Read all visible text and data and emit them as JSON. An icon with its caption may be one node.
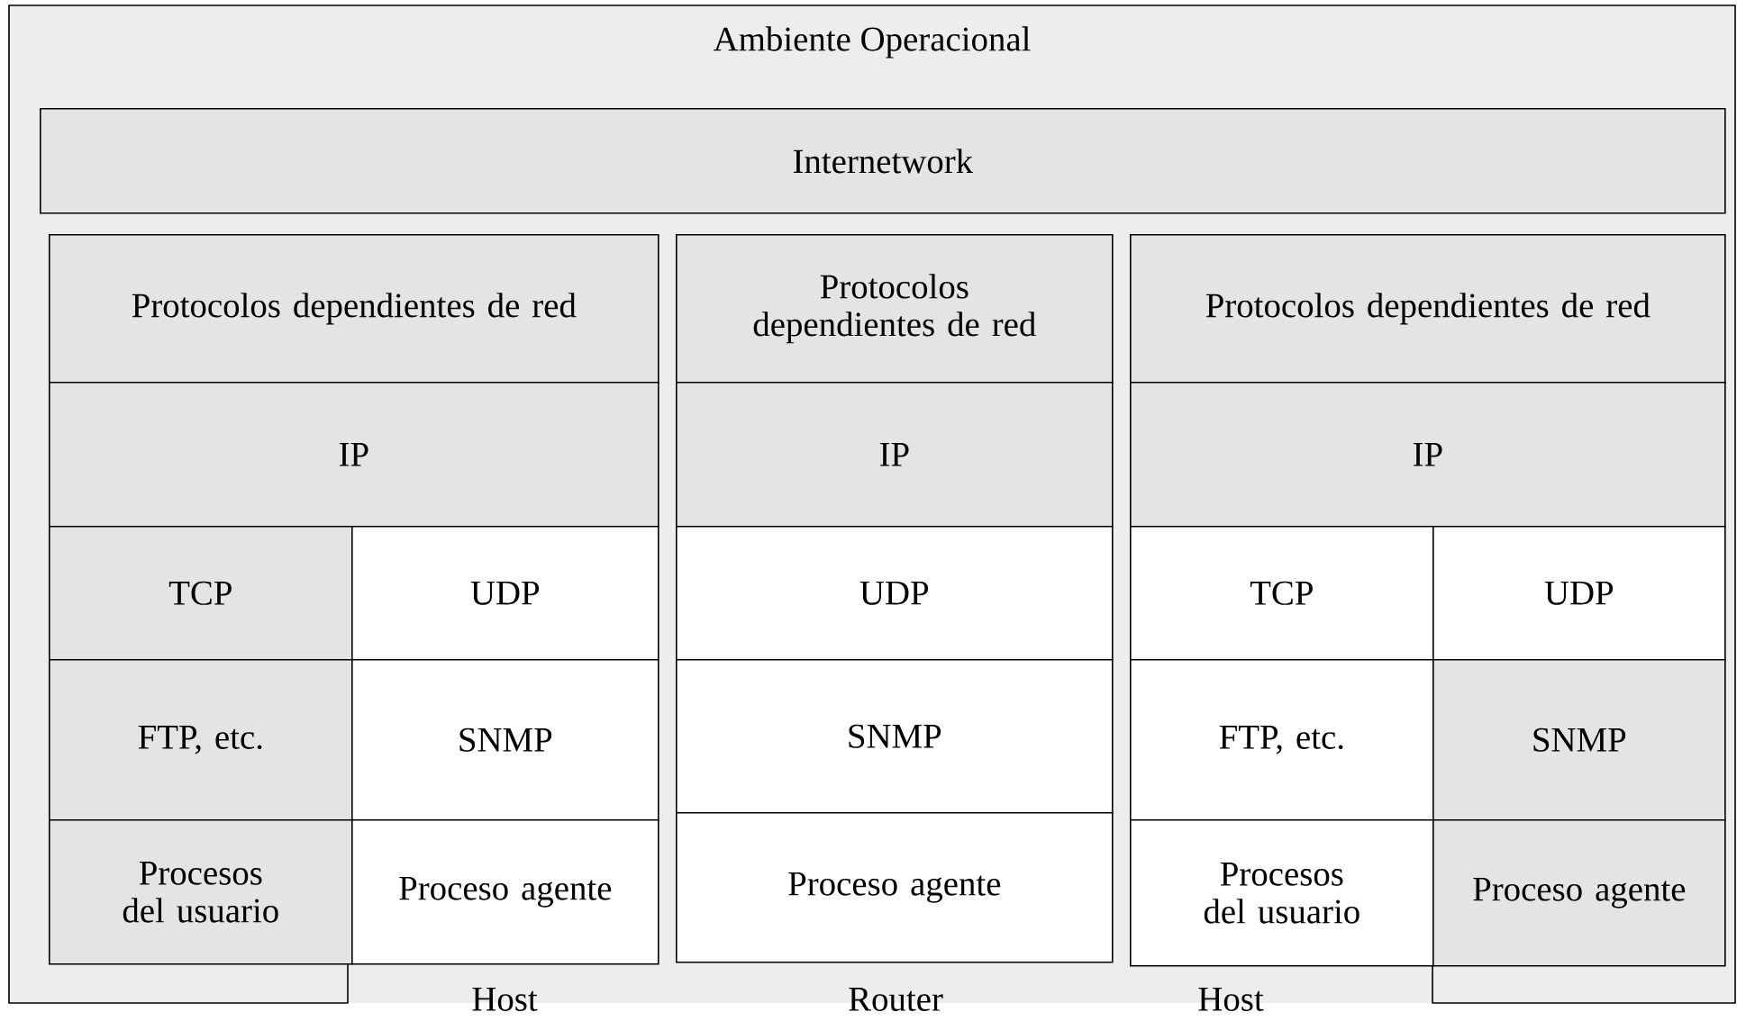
{
  "diagram": {
    "nodes": [
      {
        "text": [
          "Ambiente Operacional"
        ]
      },
      {
        "text": [
          "Internetwork"
        ],
        "in": 0
      },
      {
        "text": [
          "Protocolos dependientes de red"
        ],
        "in": 0
      },
      {
        "text": [
          "IP"
        ],
        "in": 0
      },
      {
        "text": [
          "TCP"
        ],
        "in": 0
      },
      {
        "text": [
          "UDP"
        ],
        "in": 0
      },
      {
        "text": [
          "FTP, etc."
        ],
        "in": 0
      },
      {
        "text": [
          "SNMP"
        ],
        "in": 0
      },
      {
        "text": [
          "Procesos del usuario"
        ],
        "in": 0
      },
      {
        "text": [
          "Proceso agente"
        ],
        "in": 0
      },
      {
        "text": [
          "Protocolos dependientes de red"
        ],
        "in": 0
      },
      {
        "text": [
          "IP"
        ],
        "in": 0
      },
      {
        "text": [
          "UDP"
        ],
        "in": 0
      },
      {
        "text": [
          "SNMP"
        ],
        "in": 0
      },
      {
        "text": [
          "Proceso agente"
        ],
        "in": 0
      },
      {
        "text": [
          "Protocolos dependientes de red"
        ],
        "in": 0
      },
      {
        "text": [
          "IP"
        ],
        "in": 0
      },
      {
        "text": [
          "TCP"
        ],
        "in": 0
      },
      {
        "text": [
          "UDP"
        ],
        "in": 0
      },
      {
        "text": [
          "FTP, etc."
        ],
        "in": 0
      },
      {
        "text": [
          "SNMP"
        ],
        "in": 0
      },
      {
        "text": [
          "Procesos del usuario"
        ],
        "in": 0
      },
      {
        "text": [
          "Proceso agente"
        ],
        "in": 0
      }
    ],
    "labels": [
      "Host",
      "Router",
      "Host"
    ]
  }
}
